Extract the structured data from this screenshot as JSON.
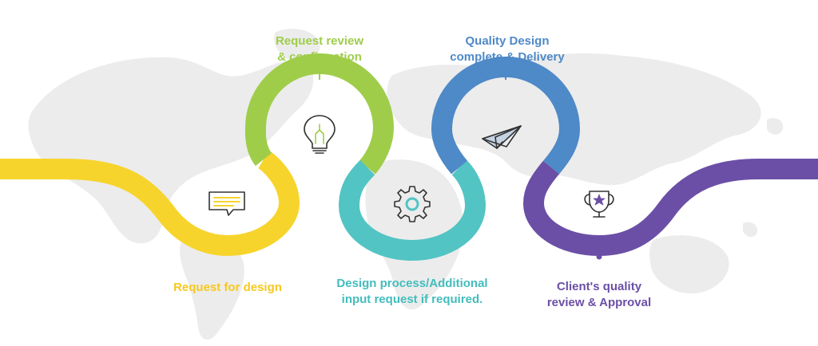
{
  "steps": [
    {
      "id": "request",
      "lines": [
        "Request for design"
      ],
      "color": "#f7d42c",
      "icon": "speech-bubble-icon"
    },
    {
      "id": "review",
      "lines": [
        "Request review",
        "& confirmation"
      ],
      "color": "#9fcd4a",
      "icon": "light-bulb-icon"
    },
    {
      "id": "process",
      "lines": [
        "Design process/Additional",
        "input request if required."
      ],
      "color": "#52c4c3",
      "icon": "gear-icon"
    },
    {
      "id": "delivery",
      "lines": [
        "Quality Design",
        "complete & Delivery"
      ],
      "color": "#4e89c8",
      "icon": "paper-plane-icon"
    },
    {
      "id": "approval",
      "lines": [
        "Client's quality",
        "review & Approval"
      ],
      "color": "#6b4fa6",
      "icon": "trophy-icon"
    }
  ],
  "background": {
    "map_color": "#ececec",
    "icon_stroke": "#333333"
  }
}
